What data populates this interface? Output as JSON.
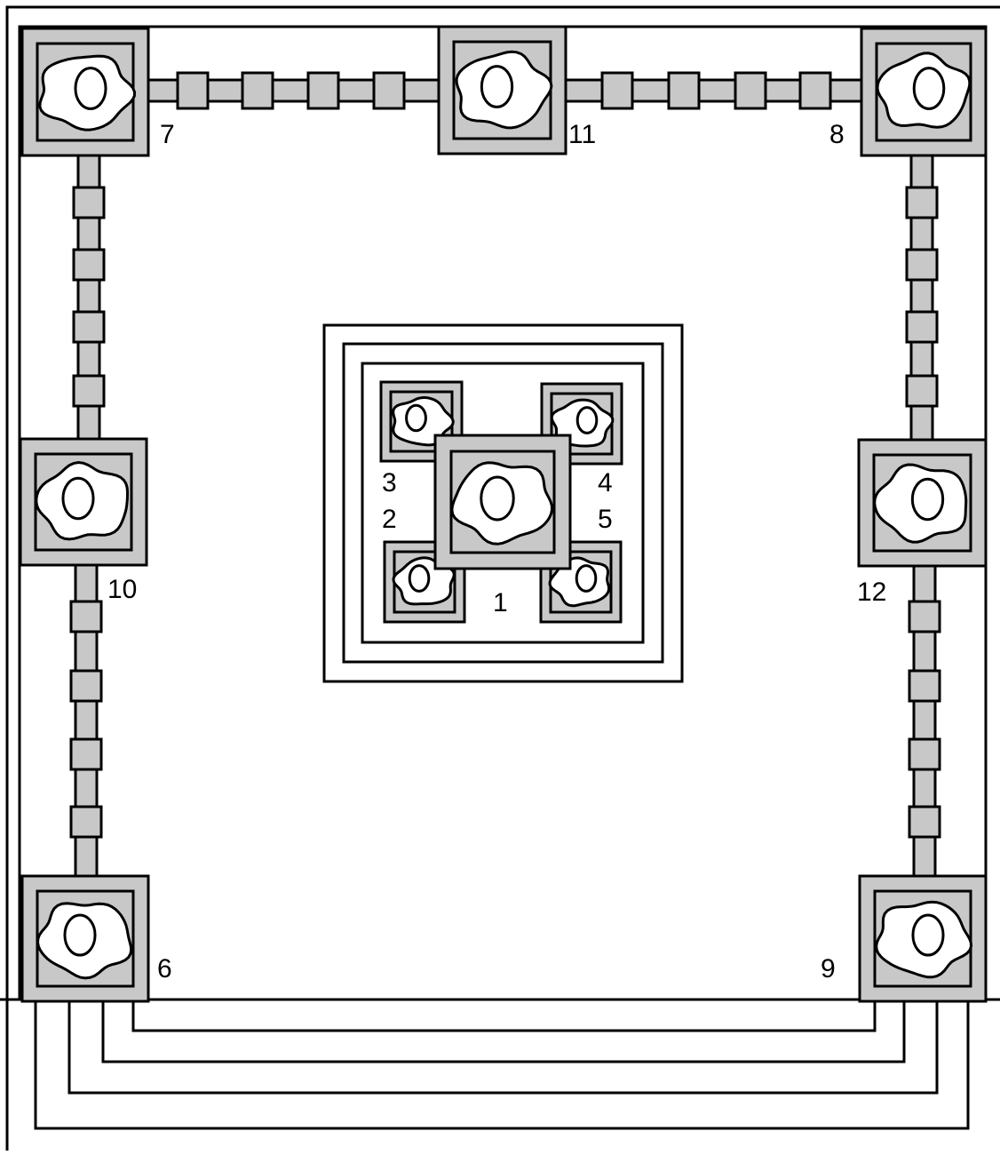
{
  "colors": {
    "pad_fill": "#c8c8c8",
    "stroke": "#000000",
    "background": "#ffffff",
    "cell_fill": "#ffffff"
  },
  "labels": {
    "l1": "1",
    "l2": "2",
    "l3": "3",
    "l4": "4",
    "l5": "5",
    "l6": "6",
    "l7": "7",
    "l8": "8",
    "l9": "9",
    "l10": "10",
    "l11": "11",
    "l12": "12"
  }
}
